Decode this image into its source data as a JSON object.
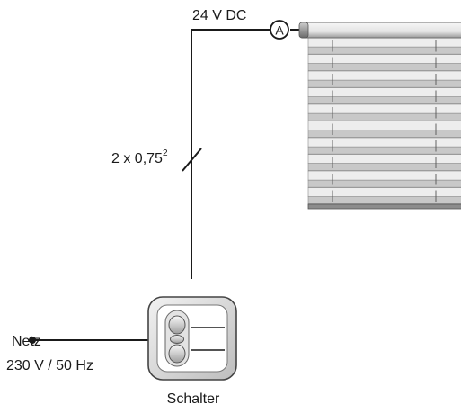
{
  "labels": {
    "voltage": "24 V DC",
    "motor": "A",
    "cable_main": "2 x 0,75",
    "cable_sup": "2",
    "mains_name": "Netz",
    "mains_spec": "230 V / 50 Hz",
    "switch_name": "Schalter"
  },
  "blind": {
    "pleat_count": 10
  },
  "colors": {
    "wire": "#1a1a1a",
    "fabric": "#c8c8c8",
    "fabric_shadow": "#7a7a7a",
    "rail": "#e6e6e6",
    "switch_body": "#dddddd"
  }
}
